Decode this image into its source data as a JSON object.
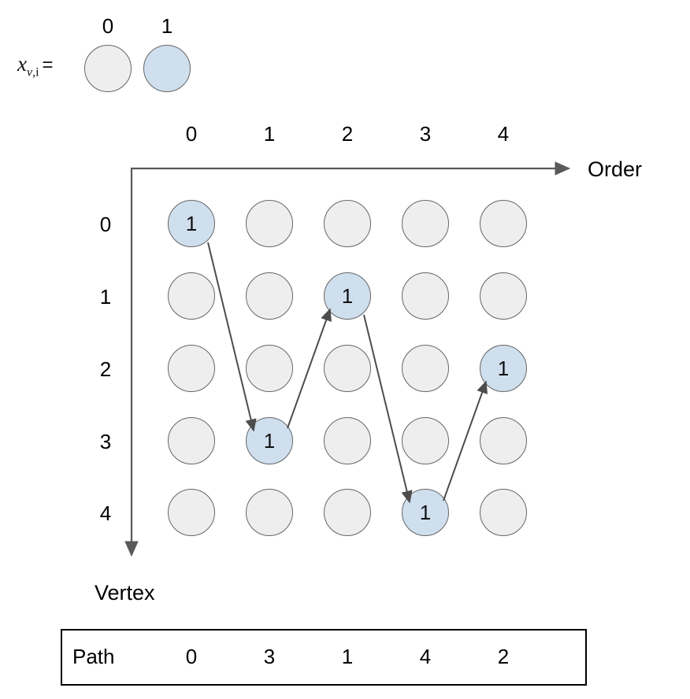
{
  "legend": {
    "symbol_base": "x",
    "symbol_sub_italic": "v",
    "symbol_sub_comma": ",",
    "symbol_sub_upright": "i",
    "equals": "=",
    "keys": [
      {
        "label": "0",
        "state": "off"
      },
      {
        "label": "1",
        "state": "on"
      }
    ]
  },
  "axes": {
    "x_label": "Order",
    "y_label": "Vertex",
    "columns": [
      "0",
      "1",
      "2",
      "3",
      "4"
    ],
    "rows": [
      "0",
      "1",
      "2",
      "3",
      "4"
    ]
  },
  "grid": {
    "on_value": "1",
    "off_value": "",
    "cells": [
      [
        {
          "v": "1",
          "state": "on"
        },
        {
          "v": "",
          "state": "off"
        },
        {
          "v": "",
          "state": "off"
        },
        {
          "v": "",
          "state": "off"
        },
        {
          "v": "",
          "state": "off"
        }
      ],
      [
        {
          "v": "",
          "state": "off"
        },
        {
          "v": "",
          "state": "off"
        },
        {
          "v": "1",
          "state": "on"
        },
        {
          "v": "",
          "state": "off"
        },
        {
          "v": "",
          "state": "off"
        }
      ],
      [
        {
          "v": "",
          "state": "off"
        },
        {
          "v": "",
          "state": "off"
        },
        {
          "v": "",
          "state": "off"
        },
        {
          "v": "",
          "state": "off"
        },
        {
          "v": "1",
          "state": "on"
        }
      ],
      [
        {
          "v": "",
          "state": "off"
        },
        {
          "v": "1",
          "state": "on"
        },
        {
          "v": "",
          "state": "off"
        },
        {
          "v": "",
          "state": "off"
        },
        {
          "v": "",
          "state": "off"
        }
      ],
      [
        {
          "v": "",
          "state": "off"
        },
        {
          "v": "",
          "state": "off"
        },
        {
          "v": "",
          "state": "off"
        },
        {
          "v": "1",
          "state": "on"
        },
        {
          "v": "",
          "state": "off"
        }
      ]
    ],
    "transitions": [
      {
        "from": {
          "col": 0,
          "row": 0
        },
        "to": {
          "col": 1,
          "row": 3
        }
      },
      {
        "from": {
          "col": 1,
          "row": 3
        },
        "to": {
          "col": 2,
          "row": 1
        }
      },
      {
        "from": {
          "col": 2,
          "row": 1
        },
        "to": {
          "col": 3,
          "row": 4
        }
      },
      {
        "from": {
          "col": 3,
          "row": 4
        },
        "to": {
          "col": 4,
          "row": 2
        }
      }
    ]
  },
  "path_table": {
    "title": "Path",
    "values": [
      "0",
      "3",
      "1",
      "4",
      "2"
    ]
  },
  "colors": {
    "node_on_fill": "#cfdfee",
    "node_off_fill": "#eeeeee",
    "node_stroke": "#666666",
    "axis_stroke": "#5a5a5a",
    "arrow_stroke": "#4d4d4d",
    "table_border": "#000000",
    "text": "#000000",
    "background": "#ffffff"
  }
}
